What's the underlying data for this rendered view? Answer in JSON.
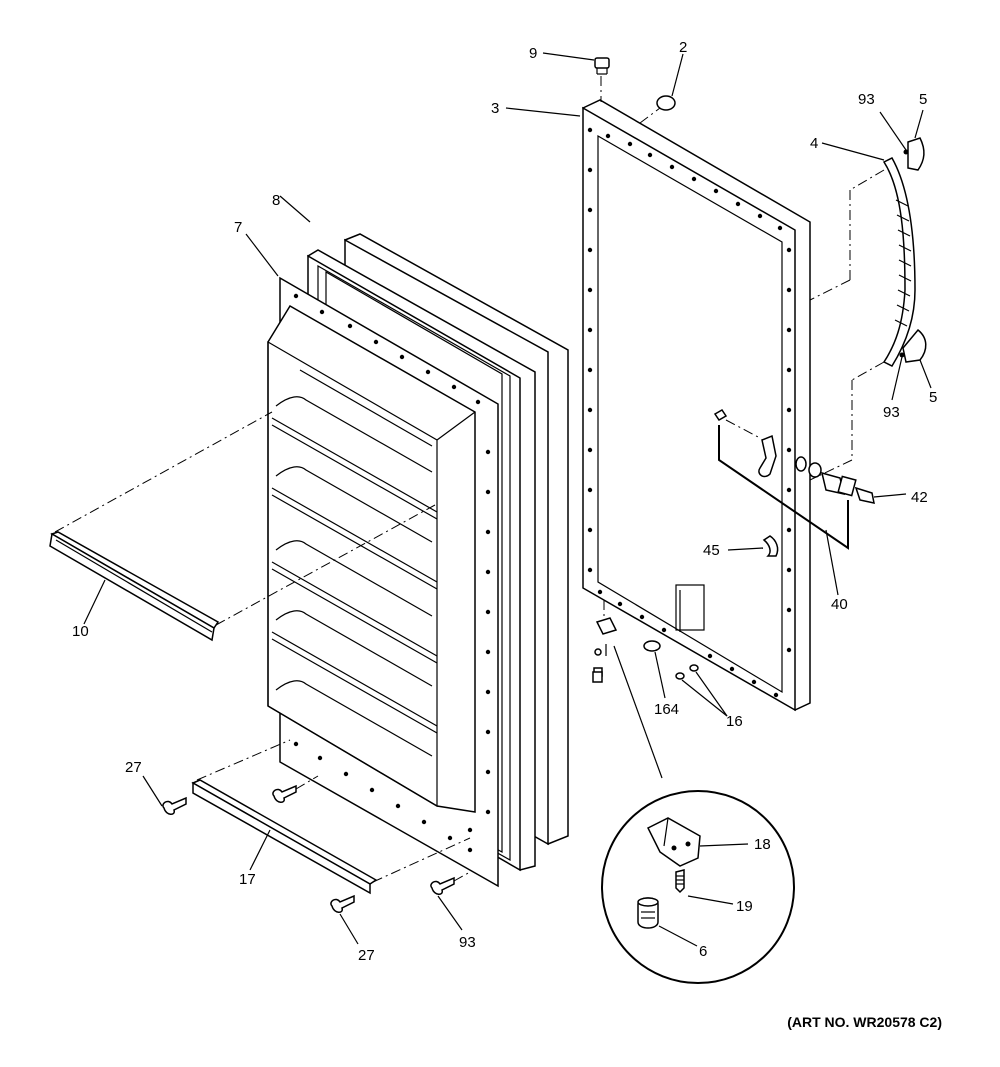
{
  "callouts": {
    "c2": "2",
    "c3": "3",
    "c4": "4",
    "c5a": "5",
    "c5b": "5",
    "c6": "6",
    "c7": "7",
    "c8": "8",
    "c9": "9",
    "c10": "10",
    "c16": "16",
    "c17": "17",
    "c18": "18",
    "c19": "19",
    "c27a": "27",
    "c27b": "27",
    "c40": "40",
    "c42": "42",
    "c45": "45",
    "c93a": "93",
    "c93b": "93",
    "c93c": "93",
    "c164": "164"
  },
  "art_number": "(ART NO. WR20578 C2)"
}
